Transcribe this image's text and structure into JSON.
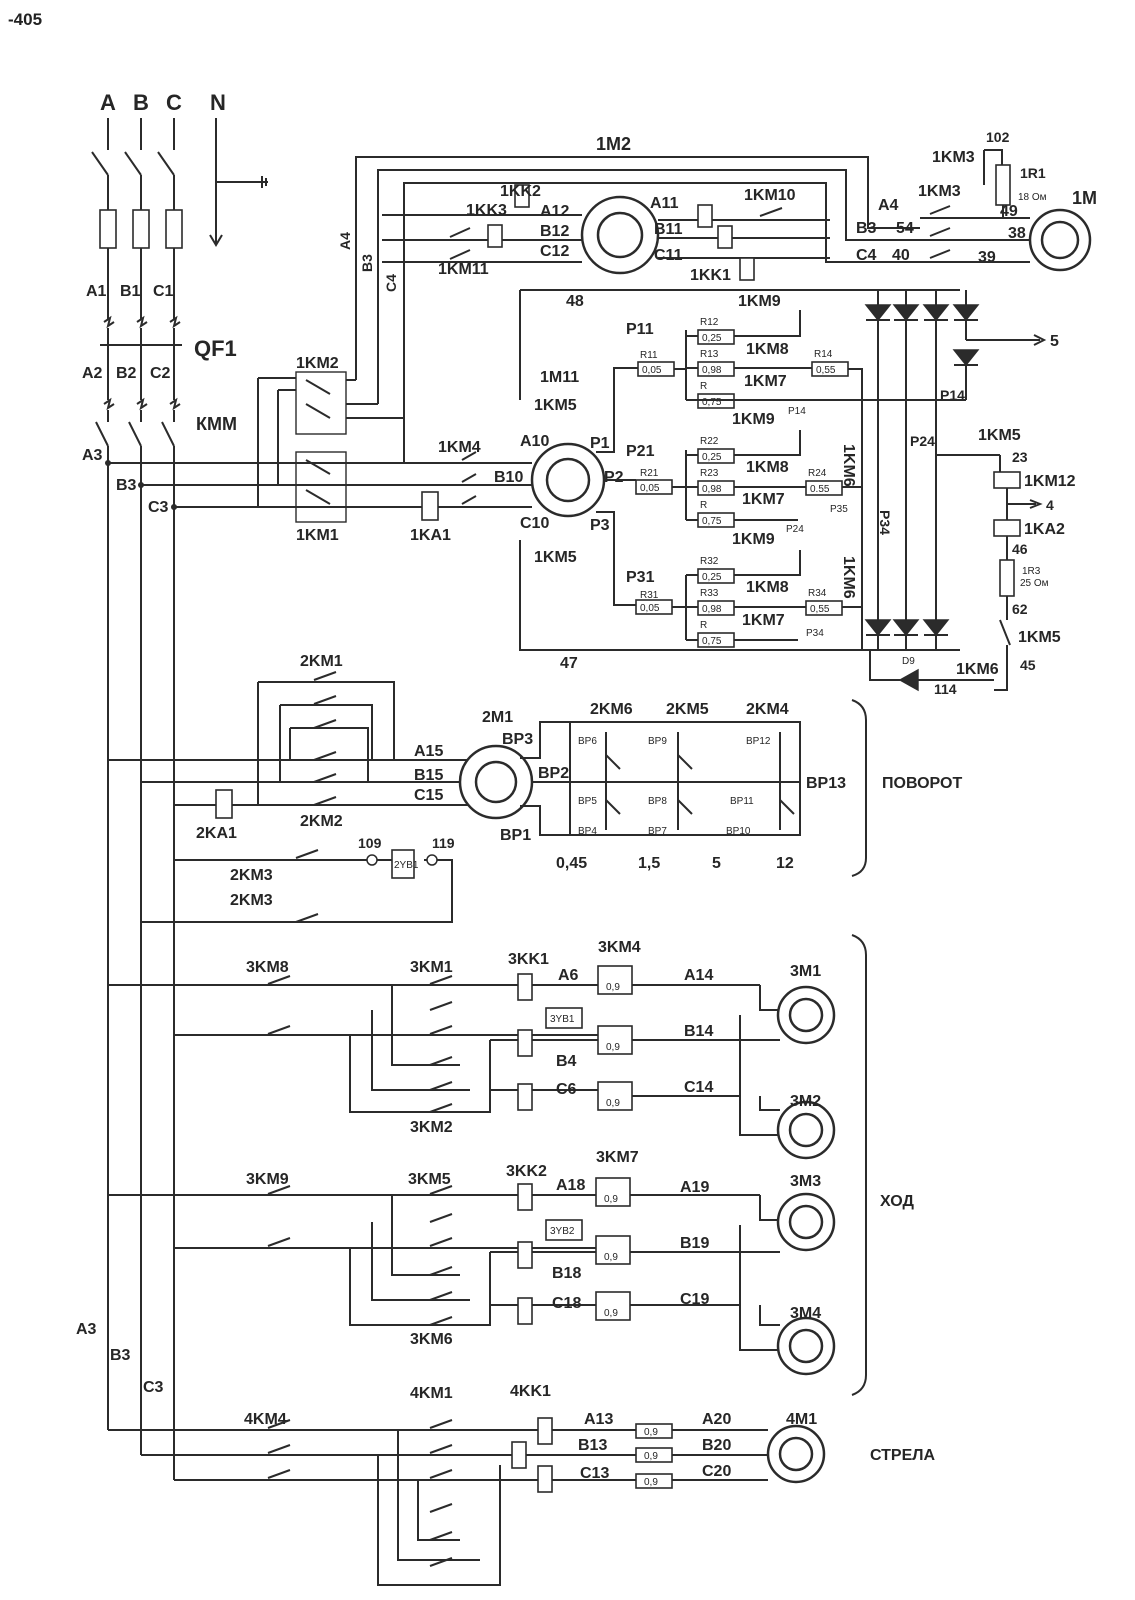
{
  "page_number": "-405",
  "phases": [
    "A",
    "B",
    "C",
    "N"
  ],
  "sections": {
    "rotate": "ПОВОРОТ",
    "travel": "ХОД",
    "boom": "СТРЕЛА"
  },
  "labels": {
    "qf1": "QF1",
    "kmm": "КММ",
    "a1": "A1",
    "b1": "B1",
    "c1": "C1",
    "a2": "A2",
    "b2": "B2",
    "c2": "C2",
    "a3": "A3",
    "b3": "B3",
    "c3": "C3",
    "a3b": "A3",
    "b3b": "B3",
    "c3b": "C3",
    "a4": "A4",
    "b3v": "B3",
    "c4": "C4",
    "n1m2": "1M2",
    "n1m": "1M",
    "n1km3": "1KM3",
    "n1km3b": "1KM3",
    "n102": "102",
    "n1r1": "1R1",
    "n18om": "18 Ом",
    "n1kk2": "1KK2",
    "n1kk3": "1KK3",
    "a12": "A12",
    "b12": "B12",
    "c12": "C12",
    "a11": "A11",
    "b11": "B11",
    "c11": "C11",
    "n1km10": "1KM10",
    "n1kk1": "1KK1",
    "n1km11": "1KM11",
    "a4r": "A4",
    "b3r": "B3",
    "c4r": "C4",
    "n54": "54",
    "n40": "40",
    "n49": "49",
    "n38": "38",
    "n39": "39",
    "n48": "48",
    "n47": "47",
    "n1m11": "1M11",
    "n1km5a": "1KM5",
    "n1km5b": "1KM5",
    "a10": "A10",
    "b10": "B10",
    "c10": "C10",
    "p1": "P1",
    "p2": "P2",
    "p3": "P3",
    "n1km2": "1KM2",
    "n1km1": "1KM1",
    "n1km4": "1KM4",
    "n1ka1": "1KA1",
    "p11": "P11",
    "p21": "P21",
    "p31": "P31",
    "p14": "P14",
    "p14b": "P14",
    "p24": "P24",
    "p24b": "P24",
    "p34": "P34",
    "p34b": "P34",
    "p35": "P35",
    "r11": "R11",
    "r21": "R21",
    "r31": "R31",
    "r12": "R12",
    "r13": "R13",
    "r14": "R14",
    "r22": "R22",
    "r23": "R23",
    "r24": "R24",
    "r32": "R32",
    "r33": "R33",
    "r34": "R34",
    "rr1": "R",
    "rr2": "R",
    "rr3": "R",
    "v005": "0,05",
    "v025": "0,25",
    "v098": "0,98",
    "v075": "0,75",
    "v055": "0,55",
    "v055b": "0.55",
    "n1km9": "1KM9",
    "n1km8": "1KM8",
    "n1km7": "1KM7",
    "n1km6": "1KM6",
    "n1km5r": "1KM5",
    "n23": "23",
    "n1km12": "1KM12",
    "n4": "4",
    "n1ka2": "1KA2",
    "n46": "46",
    "n1r3": "1R3",
    "n25om": "25 Ом",
    "n62": "62",
    "n1km5c": "1KM5",
    "n45": "45",
    "n1km6b": "1KM6",
    "n114": "114",
    "d9": "D9",
    "n5": "5",
    "n2km1": "2KM1",
    "n2km2": "2KM2",
    "n2ka1": "2KA1",
    "n2km3": "2KM3",
    "n2km3b": "2KM3",
    "n109": "109",
    "n119": "119",
    "n2yb1": "2YB1",
    "a15": "A15",
    "b15": "B15",
    "c15": "C15",
    "n2m1": "2M1",
    "bp1": "BP1",
    "bp2": "BP2",
    "bp3": "BP3",
    "bp13": "BP13",
    "bp4": "BP4",
    "bp5": "BP5",
    "bp6": "BP6",
    "bp7": "BP7",
    "bp8": "BP8",
    "bp9": "BP9",
    "bp10": "BP10",
    "bp11": "BP11",
    "bp12": "BP12",
    "n2km6": "2KM6",
    "n2km5": "2KM5",
    "n2km4": "2KM4",
    "v045": "0,45",
    "v15": "1,5",
    "v5": "5",
    "v12": "12",
    "n3km8": "3KM8",
    "n3km1": "3KM1",
    "n3kk1": "3KK1",
    "n3km4": "3KM4",
    "n3km2": "3KM2",
    "a6": "A6",
    "b4": "B4",
    "c6": "C6",
    "a14": "A14",
    "b14": "B14",
    "c14": "C14",
    "n3yb1": "3YB1",
    "n3m1": "3M1",
    "n3m2": "3M2",
    "n3km9": "3KM9",
    "n3km5": "3KM5",
    "n3kk2": "3KK2",
    "n3km7": "3KM7",
    "n3km6": "3KM6",
    "a18": "A18",
    "b18": "B18",
    "c18": "C18",
    "a19": "A19",
    "b19": "B19",
    "c19": "C19",
    "n3yb2": "3YB2",
    "n3m3": "3M3",
    "n3m4": "3M4",
    "v09": "0,9",
    "n4km4": "4KM4",
    "n4km1": "4KM1",
    "n4kk1": "4KK1",
    "n4m1": "4M1",
    "a13": "A13",
    "b13": "B13",
    "c13": "C13",
    "a20": "A20",
    "b20": "B20",
    "c20": "C20"
  }
}
